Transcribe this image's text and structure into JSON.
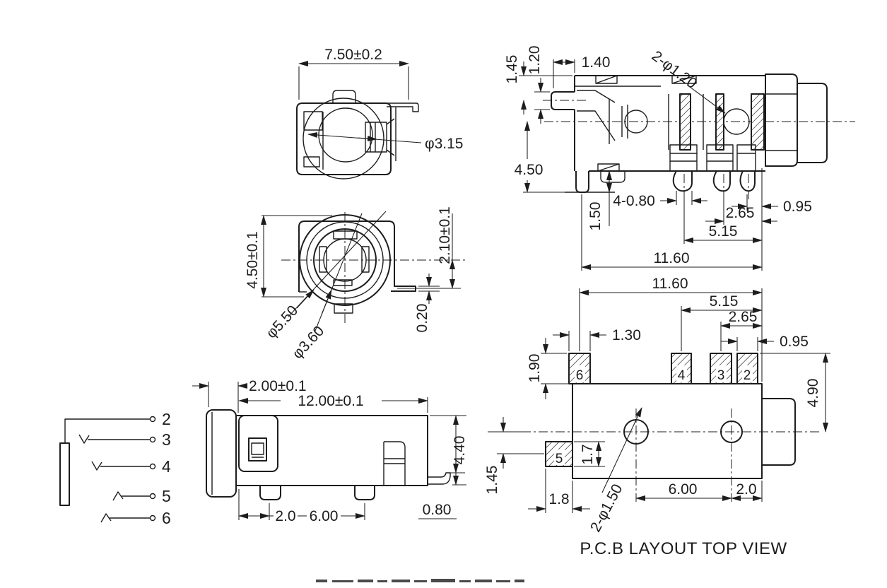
{
  "drawing": {
    "pcb_caption": "P.C.B LAYOUT TOP VIEW",
    "section_view": {
      "width": "7.50±0.2",
      "hole_dia": "φ3.15"
    },
    "front_view": {
      "height": "4.50±0.1",
      "center_to_flange": "2.10±0.1",
      "flange_thk": "0.20",
      "outer_dia": "φ5.50",
      "inner_dia": "φ3.60"
    },
    "side_view": {
      "sleeve": "2.00±0.1",
      "length": "12.00±0.1",
      "height": "4.40",
      "leg": "0.80",
      "foot_offset": "2.0",
      "foot_pitch": "6.00"
    },
    "pin_schematic": {
      "pins": [
        "2",
        "3",
        "4",
        "5",
        "6"
      ]
    },
    "side_section_view": {
      "pin_drop": "1.45",
      "pin_thk": "1.20",
      "pin_proj": "1.40",
      "holes": "2-φ1.20",
      "height": "4.50",
      "standoff": "1.50",
      "pin_width": "4-0.80",
      "p095": "0.95",
      "p265": "2.65",
      "p515": "5.15",
      "total": "11.60"
    },
    "pcb_view": {
      "total": "11.60",
      "p515": "5.15",
      "p265": "2.65",
      "p130": "1.30",
      "p095": "0.95",
      "pad_h": "1.90",
      "body_h": "4.90",
      "p17": "1.7",
      "p145": "1.45",
      "p18": "1.8",
      "holes": "2-φ1.50",
      "hole_pitch": "6.00",
      "hole_edge": "2.0",
      "pads": [
        "6",
        "4",
        "3",
        "2",
        "5"
      ]
    }
  }
}
